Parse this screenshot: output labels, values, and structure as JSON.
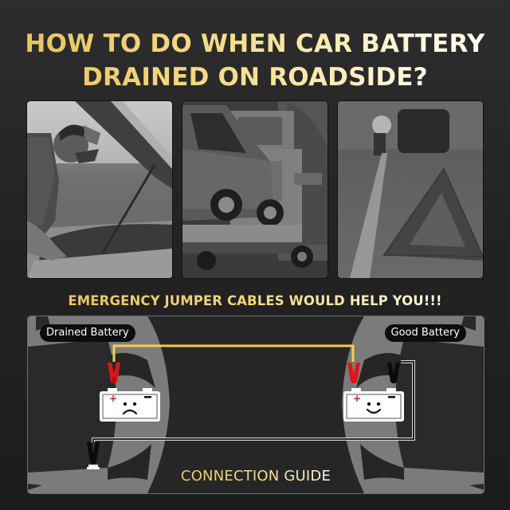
{
  "header": {
    "title_line1": "HOW TO DO WHEN CAR BATTERY",
    "title_line2": "DRAINED ON ROADSIDE?"
  },
  "photos": [
    {
      "subject": "man-checking-engine-under-open-hood"
    },
    {
      "subject": "suv-on-flatbed-tow-truck"
    },
    {
      "subject": "warning-triangle-on-road-with-broken-down-car"
    }
  ],
  "subtitle": "EMERGENCY JUMPER CABLES WOULD HELP YOU!!!",
  "guide": {
    "left_label": "Drained Battery",
    "right_label": "Good Battery",
    "footer": "CONNECTION GUIDE",
    "drained_battery": {
      "face": "sad",
      "plus": "+",
      "minus": "−"
    },
    "good_battery": {
      "face": "happy",
      "plus": "+",
      "minus": "−"
    },
    "cables": {
      "positive_color": "#f5d04a",
      "negative_color": "#111111"
    },
    "clamps": [
      {
        "position": "drained-positive",
        "color": "#e01515"
      },
      {
        "position": "good-positive",
        "color": "#e01515"
      },
      {
        "position": "good-negative",
        "color": "#0a0a0a"
      },
      {
        "position": "ground",
        "color": "#0a0a0a"
      }
    ]
  },
  "colors": {
    "accent_gold": "#f1d67a",
    "background": "#232323",
    "car_gray": "#7a7a7a",
    "clamp_red": "#e01515"
  }
}
